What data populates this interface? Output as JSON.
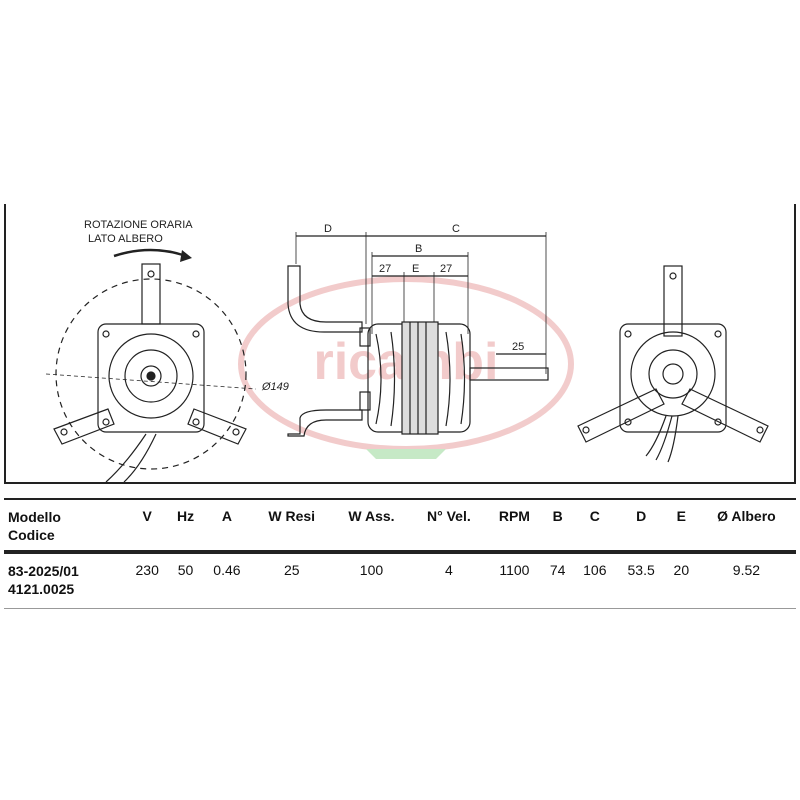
{
  "drawing": {
    "rotation_line1": "ROTAZIONE ORARIA",
    "rotation_line2": "LATO ALBERO",
    "diameter_label": "Ø149",
    "dim_d": "D",
    "dim_c": "C",
    "dim_b": "B",
    "dim_e": "E",
    "dim_27_left": "27",
    "dim_27_right": "27",
    "dim_shaft": "25",
    "watermark": "ricambi"
  },
  "table": {
    "headers": {
      "model": "Modello",
      "code": "Codice",
      "v": "V",
      "hz": "Hz",
      "a": "A",
      "w_resi": "W Resi",
      "w_ass": "W Ass.",
      "n_vel": "N° Vel.",
      "rpm": "RPM",
      "b": "B",
      "c": "C",
      "d": "D",
      "e": "E",
      "albero": "Ø Albero"
    },
    "row": {
      "model": "83-2025/01",
      "code": "4121.0025",
      "v": "230",
      "hz": "50",
      "a": "0.46",
      "w_resi": "25",
      "w_ass": "100",
      "n_vel": "4",
      "rpm": "1100",
      "b": "74",
      "c": "106",
      "d": "53.5",
      "e": "20",
      "albero": "9.52"
    }
  }
}
